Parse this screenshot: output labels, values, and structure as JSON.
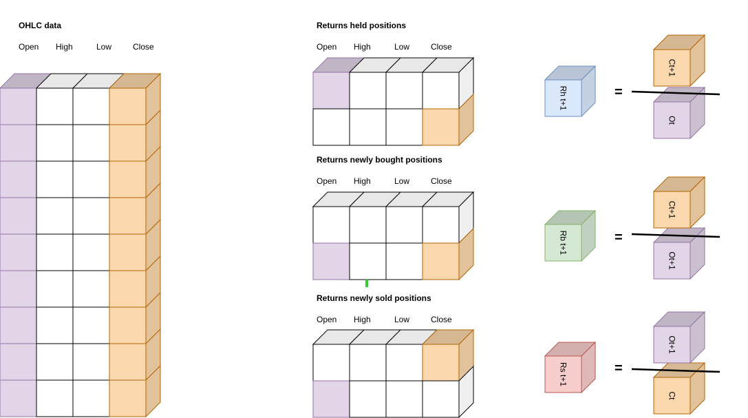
{
  "colors": {
    "purple_fill": "#e1d5e7",
    "purple_stroke": "#9673a6",
    "orange_fill": "#fad7ac",
    "orange_stroke": "#b46504",
    "blue_fill": "#dae8fc",
    "blue_stroke": "#6c8ebf",
    "green_fill": "#d5e8d4",
    "green_stroke": "#82b366",
    "red_fill": "#f8cecc",
    "red_stroke": "#b85450",
    "white_fill": "#ffffff",
    "grid_stroke": "#000000",
    "marker": "#33cc33"
  },
  "ohlc": {
    "title": "OHLC data",
    "columns": [
      "Open",
      "High",
      "Low",
      "Close"
    ],
    "row_count": 9
  },
  "panels": [
    {
      "title": "Returns held positions",
      "columns": [
        "Open",
        "High",
        "Low",
        "Close"
      ],
      "highlight_cells": [
        {
          "row": 0,
          "col": 0,
          "color": "purple"
        },
        {
          "row": 1,
          "col": 3,
          "color": "orange"
        }
      ],
      "result": {
        "label": "Rh t+1",
        "color": "blue"
      },
      "numerator": {
        "label": "Ct+1",
        "color": "orange"
      },
      "denominator": {
        "label": "Ot",
        "color": "purple"
      }
    },
    {
      "title": "Returns newly bought positions",
      "columns": [
        "Open",
        "High",
        "Low",
        "Close"
      ],
      "highlight_cells": [
        {
          "row": 1,
          "col": 0,
          "color": "purple"
        },
        {
          "row": 1,
          "col": 3,
          "color": "orange"
        }
      ],
      "result": {
        "label": "Rb t+1",
        "color": "green"
      },
      "numerator": {
        "label": "Ct+1",
        "color": "orange"
      },
      "denominator": {
        "label": "Ot+1",
        "color": "purple"
      }
    },
    {
      "title": "Returns newly sold positions",
      "columns": [
        "Open",
        "High",
        "Low",
        "Close"
      ],
      "highlight_cells": [
        {
          "row": 1,
          "col": 0,
          "color": "purple"
        },
        {
          "row": 0,
          "col": 3,
          "color": "orange"
        }
      ],
      "result": {
        "label": "Rs t+1",
        "color": "red"
      },
      "numerator": {
        "label": "Ot+1",
        "color": "purple"
      },
      "denominator": {
        "label": "Ct",
        "color": "orange"
      }
    }
  ],
  "equals_sign": "="
}
